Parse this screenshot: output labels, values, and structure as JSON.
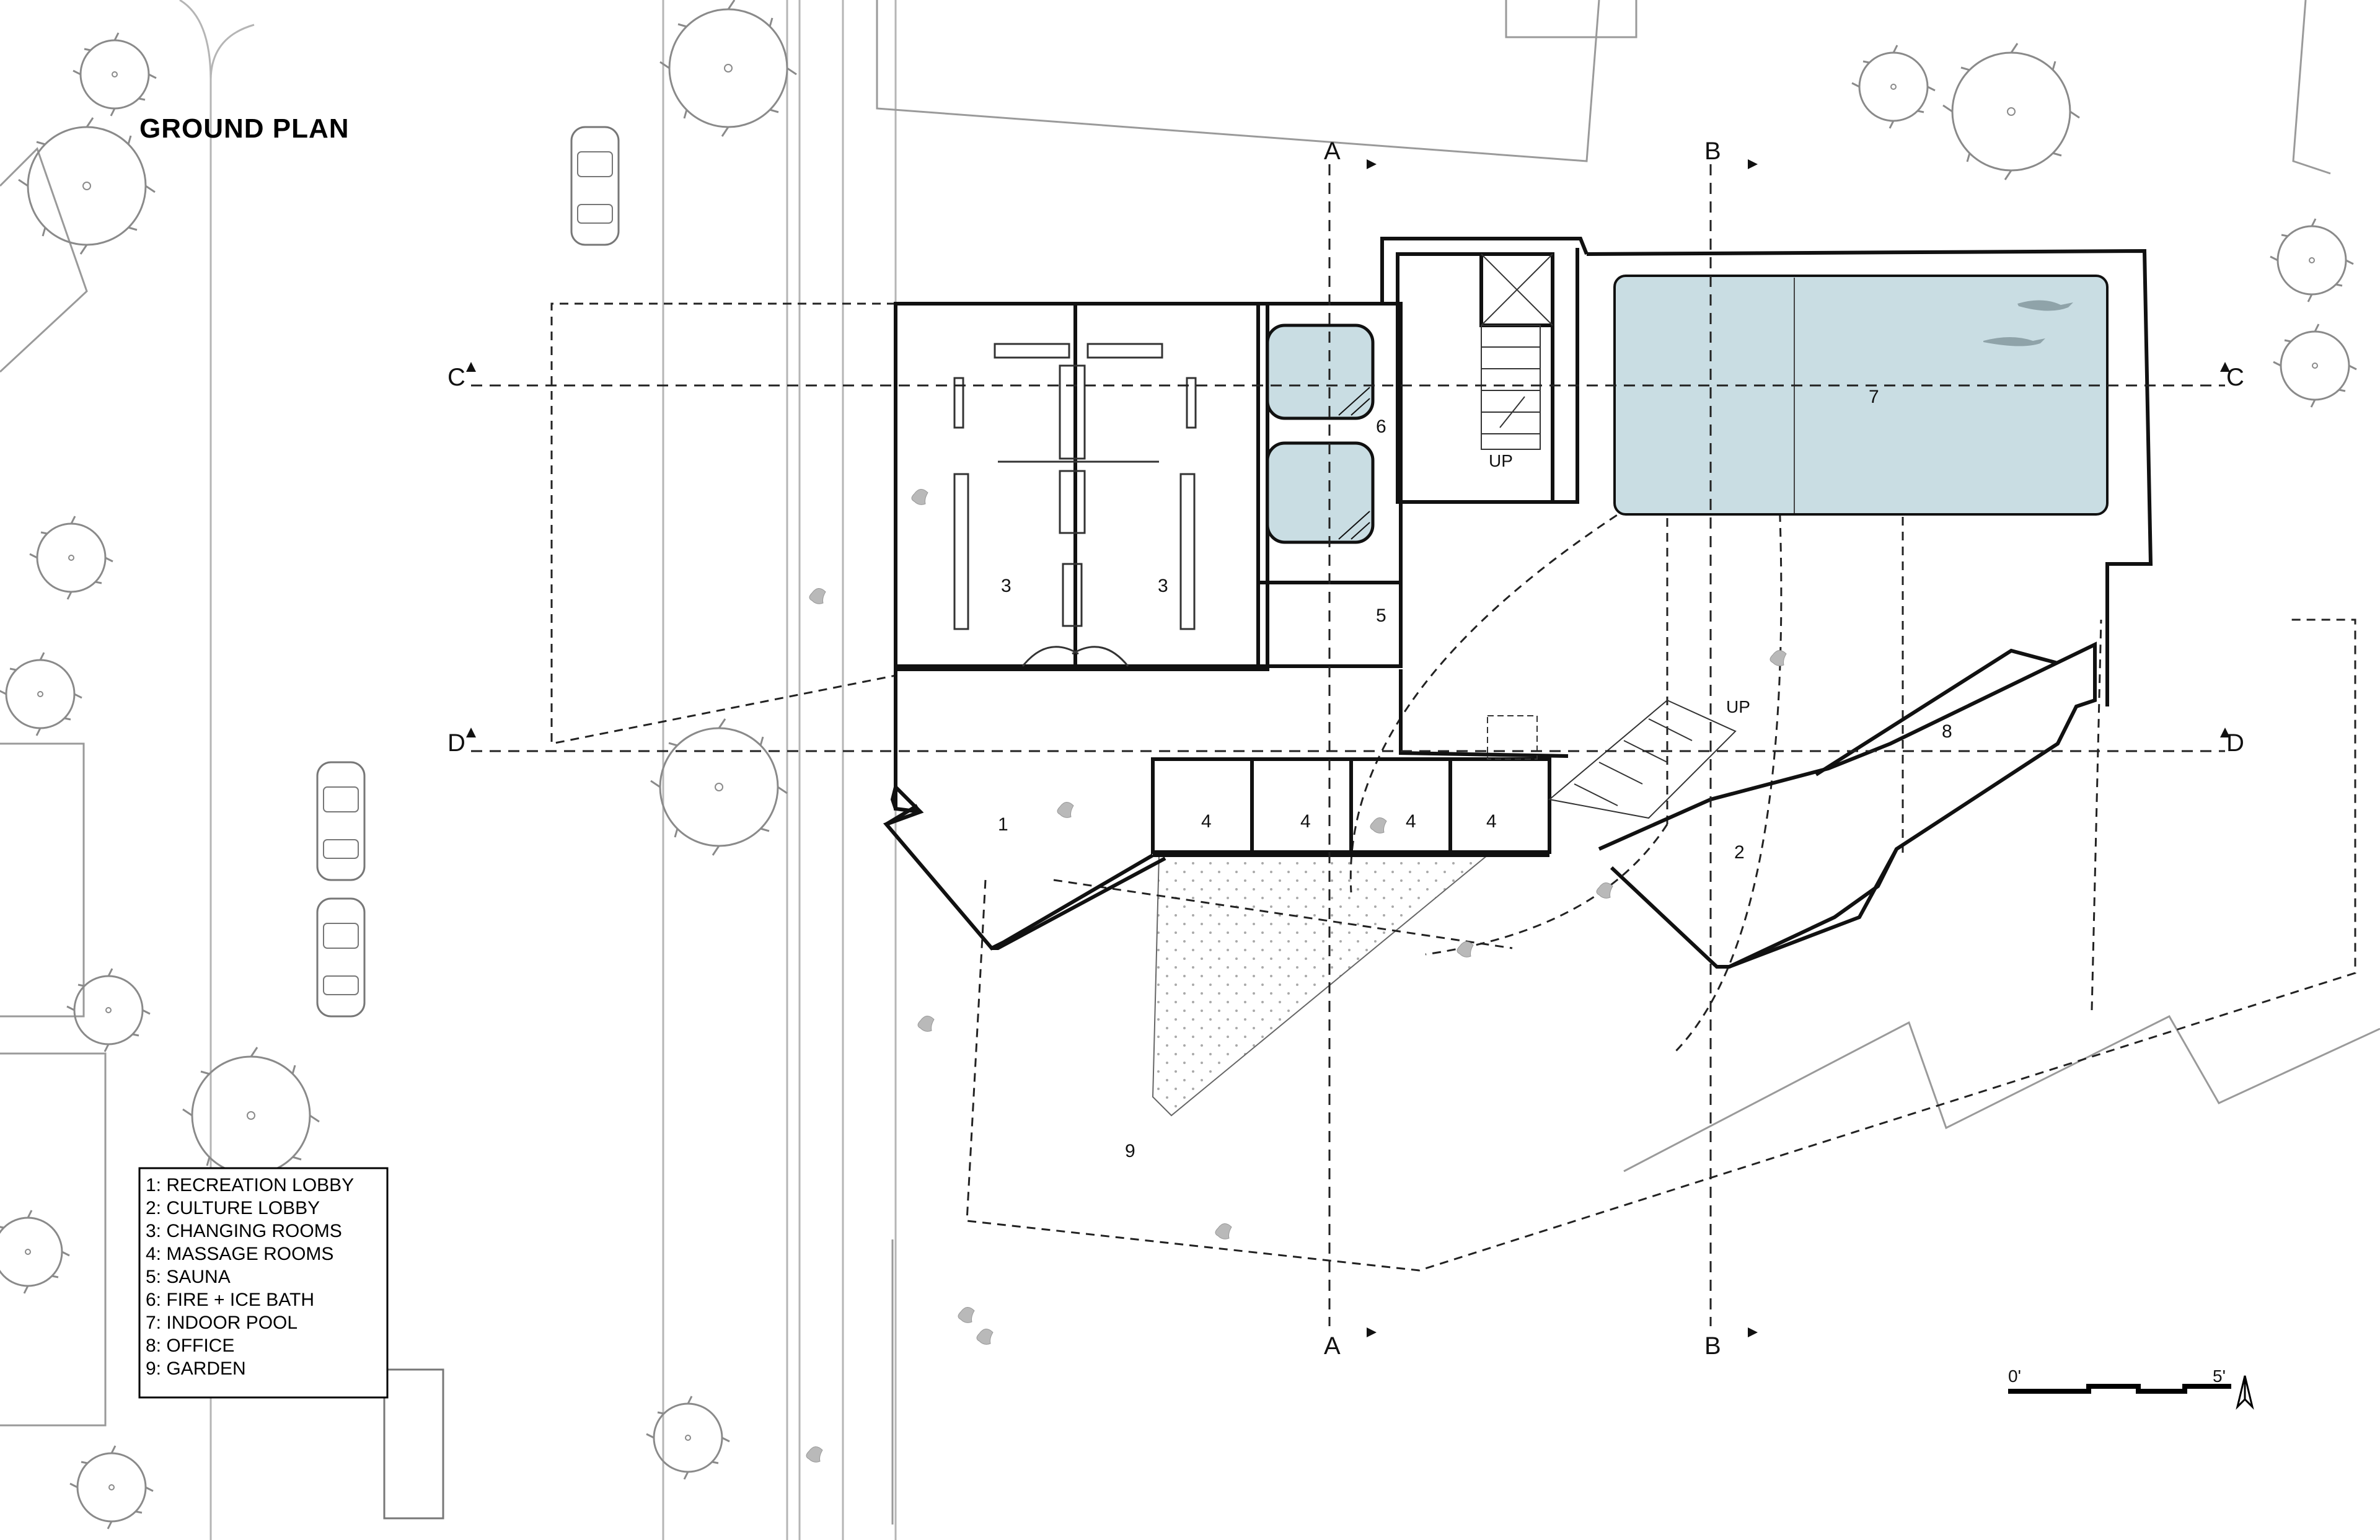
{
  "title": "GROUND PLAN",
  "colors": {
    "pool": "#c9dde3",
    "wall": "#111111",
    "thin": "#9a9a9a",
    "dash": "#222222"
  },
  "legend": [
    "1: RECREATION LOBBY",
    "2: CULTURE LOBBY",
    "3: CHANGING ROOMS",
    "4: MASSAGE ROOMS",
    "5: SAUNA",
    "6: FIRE + ICE BATH",
    "7: INDOOR POOL",
    "8: OFFICE",
    "9: GARDEN"
  ],
  "rooms": {
    "recreation_lobby": "1",
    "culture_lobby": "2",
    "changing_left": "3",
    "changing_right": "3",
    "massage_a": "4",
    "massage_b": "4",
    "massage_c": "4",
    "massage_d": "4",
    "sauna": "5",
    "fire_ice_bath": "6",
    "indoor_pool": "7",
    "office": "8",
    "garden": "9"
  },
  "sections": {
    "a": "A",
    "b": "B",
    "c": "C",
    "d": "D"
  },
  "stairs": {
    "up_main": "UP",
    "up_ramp": "UP"
  },
  "scale": {
    "start": "0'",
    "end": "5'"
  },
  "icons": [
    "north-arrow-icon",
    "car-icon",
    "tree-icon",
    "person-icon",
    "swimmer-icon"
  ]
}
